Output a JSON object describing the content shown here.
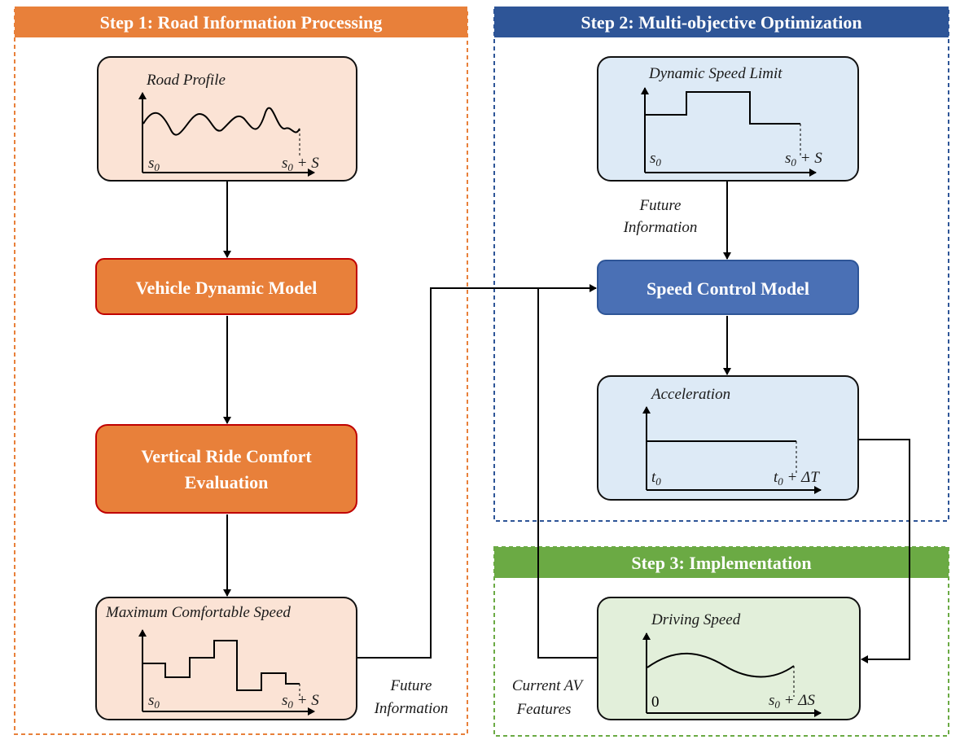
{
  "steps": {
    "step1": {
      "title": "Step 1:  Road Information Processing",
      "color": "#E8803A"
    },
    "step2": {
      "title": "Step 2: Multi-objective Optimization",
      "color": "#2E5597"
    },
    "step3": {
      "title": "Step 3: Implementation",
      "color": "#6BAA44"
    }
  },
  "nodes": {
    "vehicle_dynamic_model": "Vehicle Dynamic Model",
    "vertical_ride_comfort_line1": "Vertical Ride Comfort",
    "vertical_ride_comfort_line2": "Evaluation",
    "speed_control_model": "Speed Control Model"
  },
  "panels": {
    "road_profile": {
      "title": "Road Profile",
      "start": "s",
      "start_sub": "0",
      "end": "s",
      "end_sub": "0",
      "end_suffix": " + S"
    },
    "max_comfortable_speed": {
      "title": "Maximum Comfortable Speed",
      "start": "s",
      "start_sub": "0",
      "end": "s",
      "end_sub": "0",
      "end_suffix": " + S"
    },
    "dynamic_speed_limit": {
      "title": "Dynamic Speed Limit",
      "start": "s",
      "start_sub": "0",
      "end": "s",
      "end_sub": "0",
      "end_suffix": " + S"
    },
    "acceleration": {
      "title": "Acceleration",
      "start": "t",
      "start_sub": "0",
      "end": "t",
      "end_sub": "0",
      "end_suffix": " + ΔT"
    },
    "driving_speed": {
      "title": "Driving Speed",
      "start": "0",
      "end": "s",
      "end_sub": "0",
      "end_suffix": " + ΔS"
    }
  },
  "labels": {
    "future_info_top_line1": "Future",
    "future_info_top_line2": "Information",
    "future_info_bottom_line1": "Future",
    "future_info_bottom_line2": "Information",
    "current_av_line1": "Current AV",
    "current_av_line2": "Features"
  },
  "colors": {
    "orange_fill": "#E8803A",
    "orange_stroke": "#C00000",
    "peach_panel": "#FBE3D5",
    "blue_panel": "#DDEAF6",
    "blue_node": "#4A70B5",
    "green_panel": "#E2EFDA"
  }
}
